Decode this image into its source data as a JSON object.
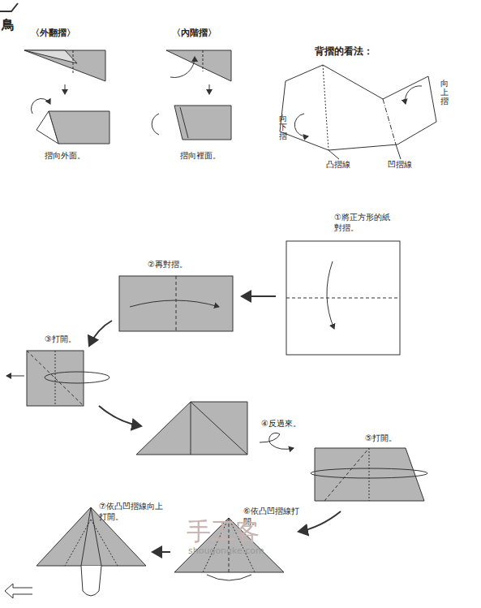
{
  "diagram": {
    "labels": [
      "鳥",
      "〈外翻摺〉",
      "摺向外面。",
      "〈內階摺〉",
      "摺向裡面。",
      "背摺的看法：",
      "向上摺",
      "向下摺",
      "凸摺線",
      "凹摺線",
      "①將正方形的紙對摺。",
      "②再對摺。",
      "③打開。",
      "④反過來。",
      "⑤打開。",
      "⑥依凸凹摺線打開。",
      "⑦依凸凹摺線向上打開。",
      "手工客",
      "shougongke.com"
    ]
  }
}
